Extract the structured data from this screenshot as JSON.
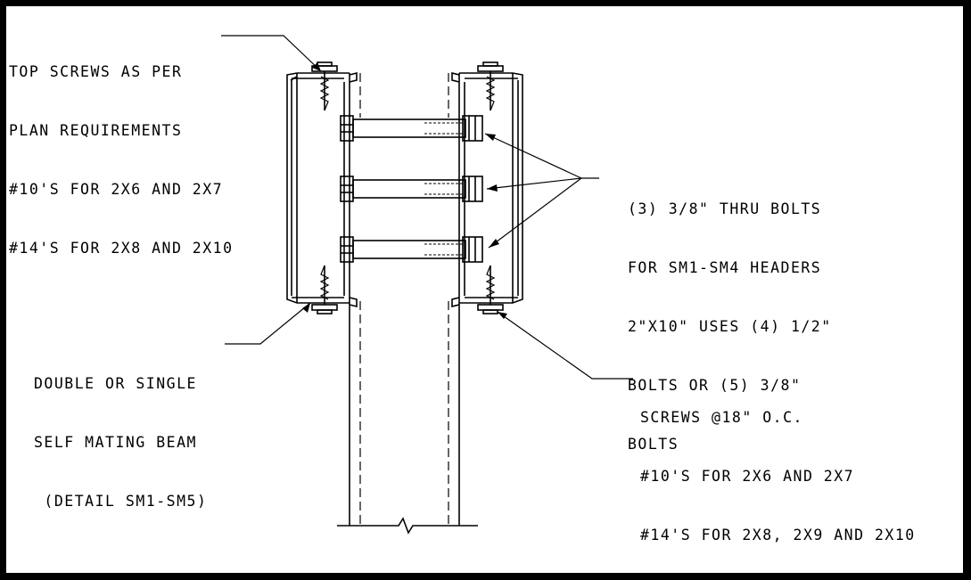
{
  "notes": {
    "top_screws": [
      "TOP SCREWS AS PER",
      "PLAN REQUIREMENTS",
      "#10'S FOR 2X6 AND 2X7",
      "#14'S FOR 2X8 AND 2X10"
    ],
    "thru_bolts": [
      "(3) 3/8\" THRU BOLTS",
      "FOR SM1-SM4 HEADERS",
      "2\"X10\" USES (4) 1/2\"",
      "BOLTS OR (5) 3/8\"",
      "BOLTS"
    ],
    "beam": [
      "DOUBLE OR SINGLE",
      "SELF MATING BEAM",
      " (DETAIL SM1-SM5)"
    ],
    "screws_oc": [
      "SCREWS @18\" O.C.",
      "#10'S FOR 2X6 AND 2X7",
      "#14'S FOR 2X8, 2X9 AND 2X10"
    ]
  },
  "colors": {
    "line": "#000000",
    "background": "#ffffff",
    "frame": "#000000"
  }
}
